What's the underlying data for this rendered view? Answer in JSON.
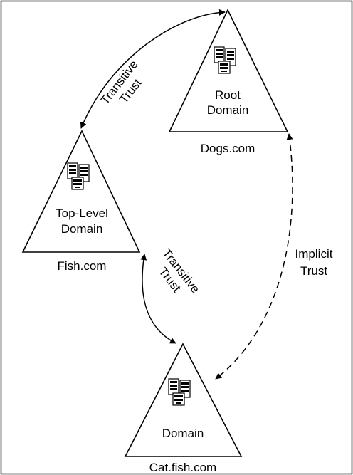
{
  "diagram": {
    "nodes": [
      {
        "id": "root",
        "title_lines": [
          "Root",
          "Domain"
        ],
        "name": "Dogs.com"
      },
      {
        "id": "top",
        "title_lines": [
          "Top-Level",
          "Domain"
        ],
        "name": "Fish.com"
      },
      {
        "id": "child",
        "title_lines": [
          "Domain"
        ],
        "name": "Cat.fish.com"
      }
    ],
    "edges": [
      {
        "from": "root",
        "to": "top",
        "label_lines": [
          "Transitive",
          "Trust"
        ],
        "style": "solid"
      },
      {
        "from": "top",
        "to": "child",
        "label_lines": [
          "Transitive",
          "Trust"
        ],
        "style": "solid"
      },
      {
        "from": "root",
        "to": "child",
        "label_lines": [
          "Implicit",
          "Trust"
        ],
        "style": "dashed"
      }
    ]
  }
}
